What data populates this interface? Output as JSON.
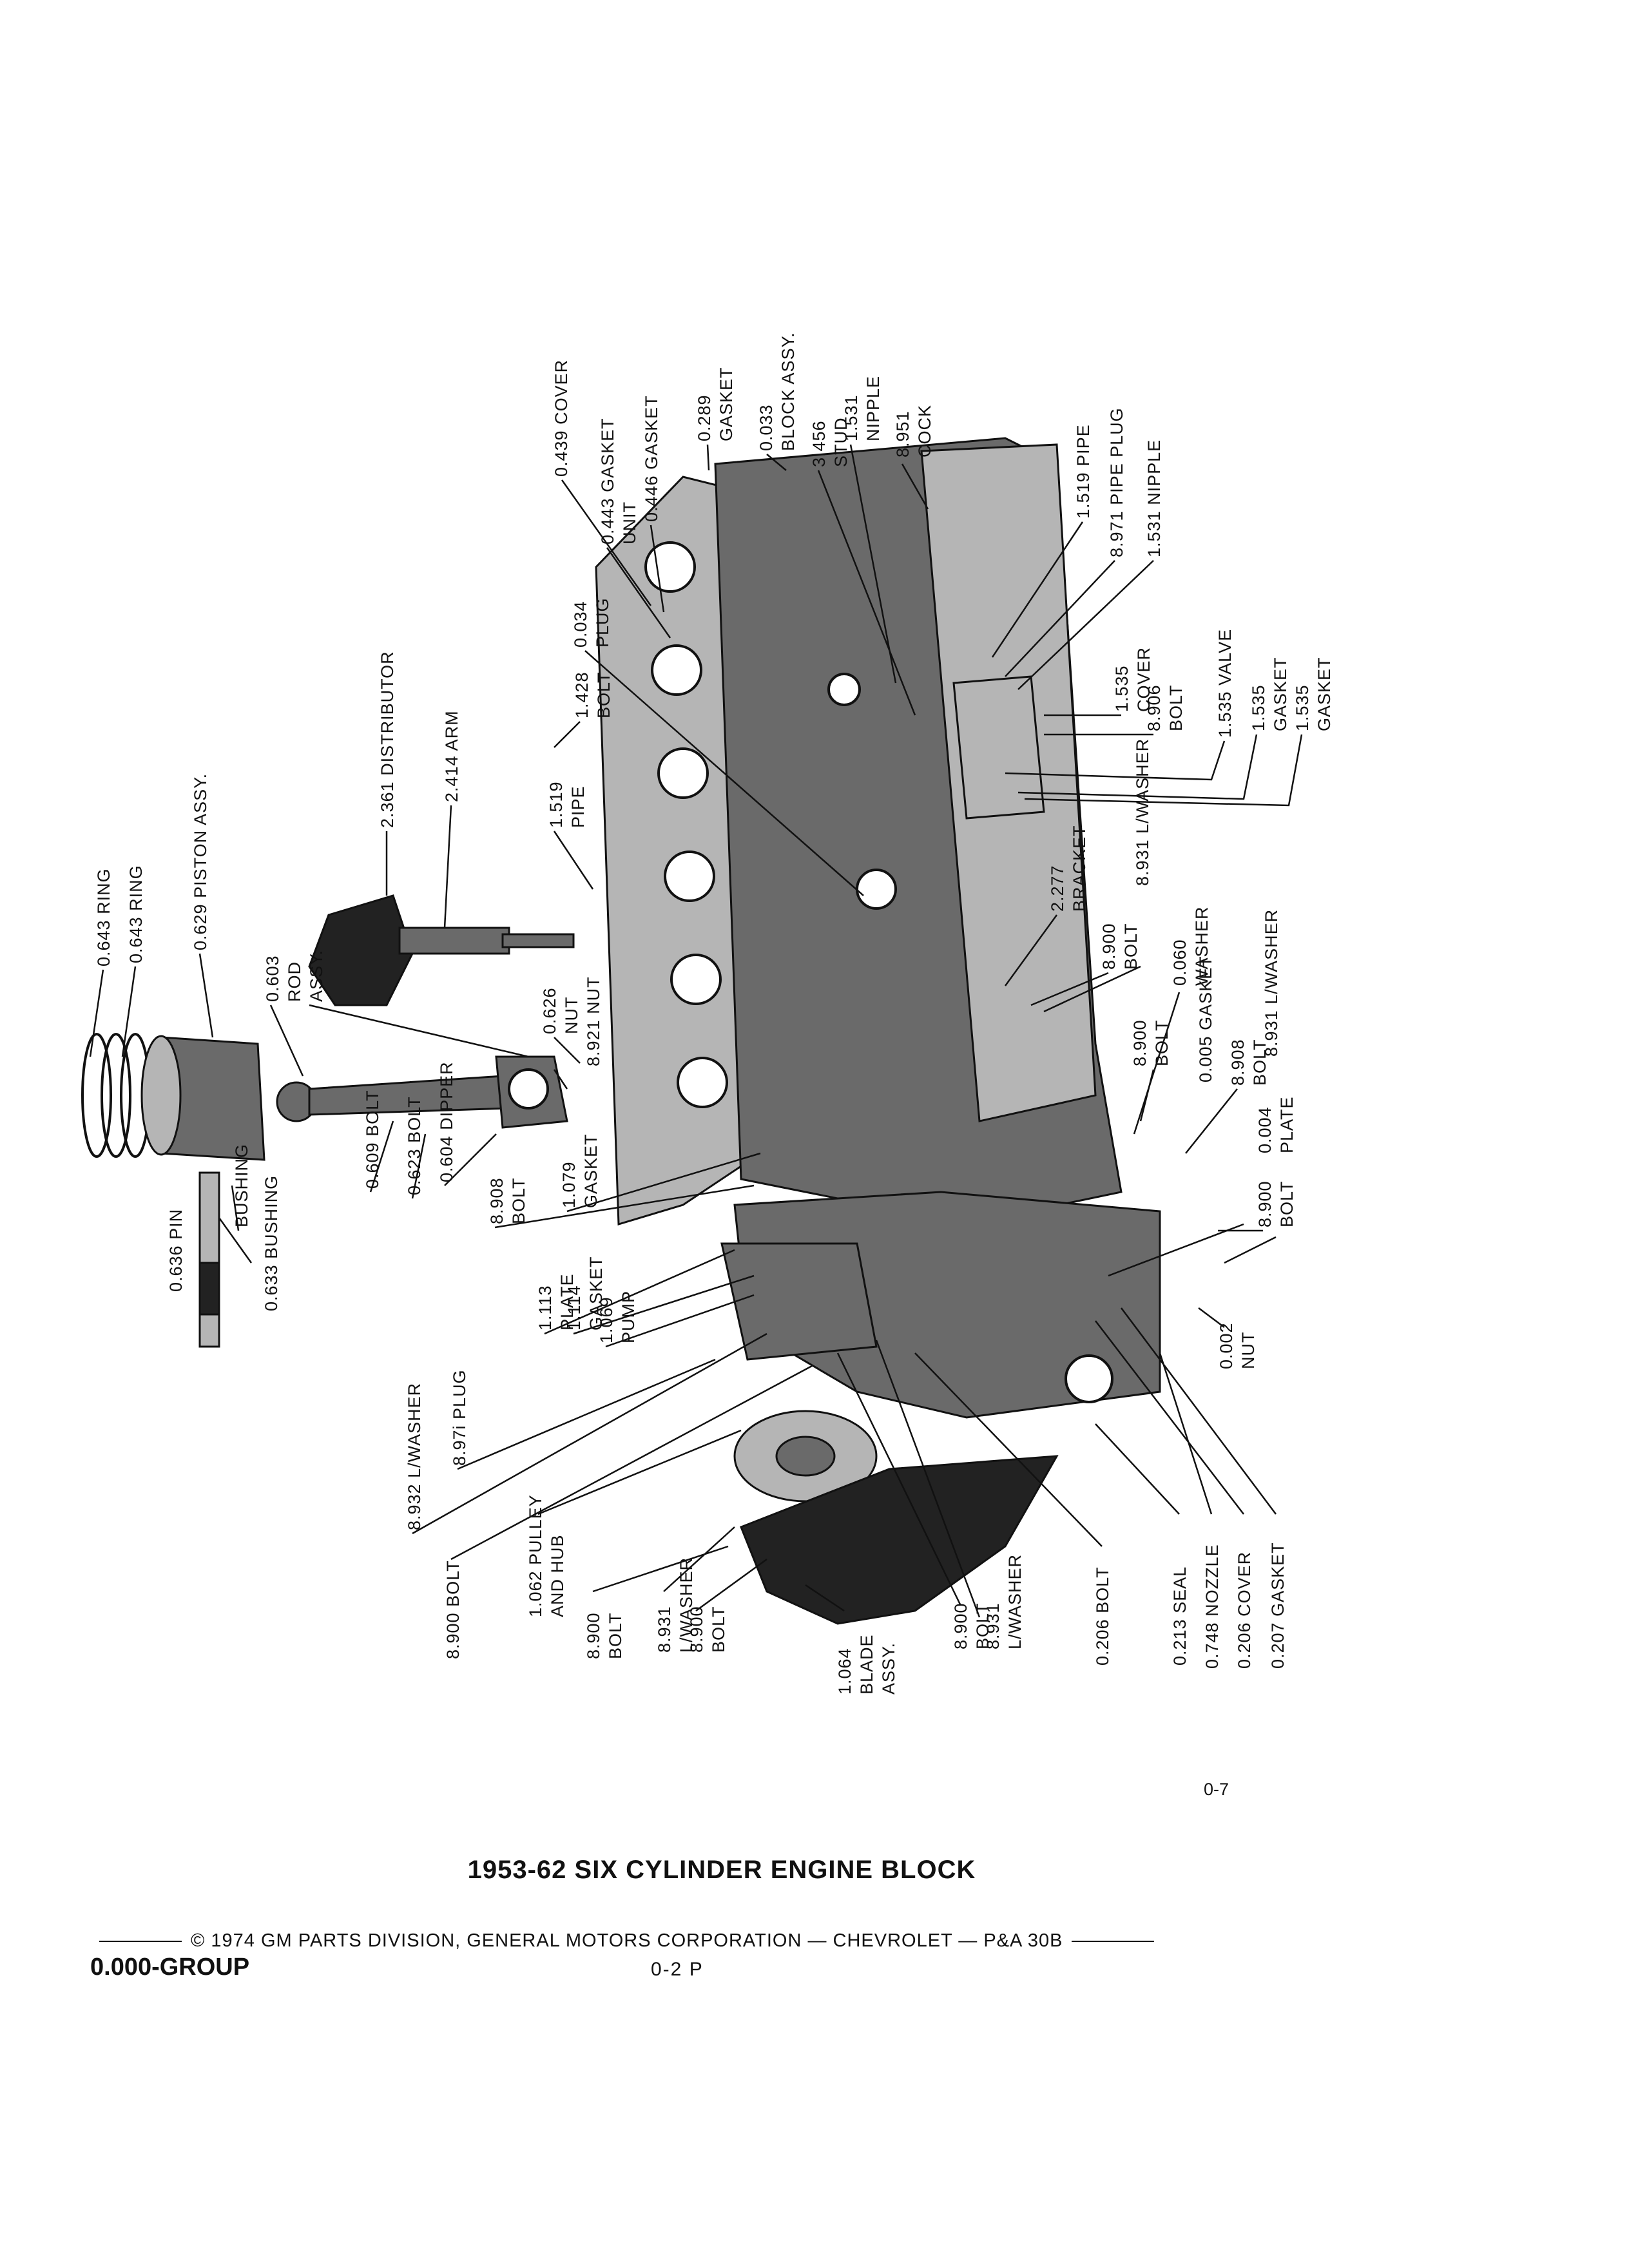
{
  "labels": [
    {
      "id": "cover-0439",
      "lines": [
        "0.439 COVER"
      ]
    },
    {
      "id": "gasket-0443",
      "lines": [
        "0.443 GASKET",
        "UNIT"
      ]
    },
    {
      "id": "gasket-0446",
      "lines": [
        "0.446 GASKET"
      ]
    },
    {
      "id": "gasket-0289",
      "lines": [
        "0.289",
        "GASKET"
      ]
    },
    {
      "id": "block-0033",
      "lines": [
        "0.033",
        "BLOCK ASSY."
      ]
    },
    {
      "id": "stud-3456",
      "lines": [
        "3.456",
        "STUD"
      ]
    },
    {
      "id": "nipple-1531a",
      "lines": [
        "1.531",
        "NIPPLE"
      ]
    },
    {
      "id": "cock-8951",
      "lines": [
        "8.951",
        "COCK"
      ]
    },
    {
      "id": "pipe-1519a",
      "lines": [
        "1.519 PIPE"
      ]
    },
    {
      "id": "pipeplug-8971",
      "lines": [
        "8.971 PIPE PLUG"
      ]
    },
    {
      "id": "nipple-1531b",
      "lines": [
        "1.531 NIPPLE"
      ]
    },
    {
      "id": "cover-1535",
      "lines": [
        "1.535",
        "COVER"
      ]
    },
    {
      "id": "bolt-8906",
      "lines": [
        "8.906",
        "BOLT"
      ]
    },
    {
      "id": "valve-1535",
      "lines": [
        "1.535 VALVE"
      ]
    },
    {
      "id": "gasket-1535a",
      "lines": [
        "1.535",
        "GASKET"
      ]
    },
    {
      "id": "gasket-1535b",
      "lines": [
        "1.535",
        "GASKET"
      ]
    },
    {
      "id": "plug-0034",
      "lines": [
        "0.034",
        "PLUG"
      ]
    },
    {
      "id": "bolt-1428",
      "lines": [
        "1.428",
        "BOLT"
      ]
    },
    {
      "id": "pipe-1519b",
      "lines": [
        "1.519",
        "PIPE"
      ]
    },
    {
      "id": "distributor-2361",
      "lines": [
        "2.361 DISTRIBUTOR"
      ]
    },
    {
      "id": "arm-2414",
      "lines": [
        "2.414 ARM"
      ]
    },
    {
      "id": "bracket-2277",
      "lines": [
        "2.277",
        "BRACKET"
      ]
    },
    {
      "id": "washer-8931a",
      "lines": [
        "8.931 L/WASHER"
      ]
    },
    {
      "id": "bolt-8900a",
      "lines": [
        "8.900",
        "BOLT"
      ]
    },
    {
      "id": "gasket-0060",
      "lines": [
        "0.060",
        "WASHER"
      ]
    },
    {
      "id": "bolt-8900b",
      "lines": [
        "8.900",
        "BOLT"
      ]
    },
    {
      "id": "gasket-0005",
      "lines": [
        "0.005 GASKET"
      ]
    },
    {
      "id": "bolt-8908a",
      "lines": [
        "8.908",
        "BOLT"
      ]
    },
    {
      "id": "washer-8931b",
      "lines": [
        "8.931 L/WASHER"
      ]
    },
    {
      "id": "ring-0643a",
      "lines": [
        "0.643 RING"
      ]
    },
    {
      "id": "ring-0643b",
      "lines": [
        "0.643 RING"
      ]
    },
    {
      "id": "piston-0629",
      "lines": [
        "0.629 PISTON ASSY."
      ]
    },
    {
      "id": "rod-0603",
      "lines": [
        "0.603",
        "ROD",
        "ASSY."
      ]
    },
    {
      "id": "nut-0626",
      "lines": [
        "0.626",
        "NUT"
      ]
    },
    {
      "id": "nut-8921",
      "lines": [
        "8.921 NUT"
      ]
    },
    {
      "id": "gasket-1079",
      "lines": [
        "1.079",
        "GASKET"
      ]
    },
    {
      "id": "bolt-8908b",
      "lines": [
        "8.908",
        "BOLT"
      ]
    },
    {
      "id": "pin-0636",
      "lines": [
        "0.636 PIN"
      ]
    },
    {
      "id": "bushing-0633a",
      "lines": [
        "BUSHING"
      ]
    },
    {
      "id": "bushing-0633b",
      "lines": [
        "0.633 BUSHING"
      ]
    },
    {
      "id": "bolt-0609",
      "lines": [
        "0.609 BOLT"
      ]
    },
    {
      "id": "bolt-0623",
      "lines": [
        "0.623 BOLT"
      ]
    },
    {
      "id": "dipper-0604",
      "lines": [
        "0.604 DIPPER"
      ]
    },
    {
      "id": "plate-1113",
      "lines": [
        "1.113",
        "PLATE"
      ]
    },
    {
      "id": "gasket-1114",
      "lines": [
        "1.114",
        "GASKET"
      ]
    },
    {
      "id": "pump-1069",
      "lines": [
        "1.069",
        "PUMP"
      ]
    },
    {
      "id": "washer-8932",
      "lines": [
        "8.932 L/WASHER"
      ]
    },
    {
      "id": "plug-8971",
      "lines": [
        "8.97i PLUG"
      ]
    },
    {
      "id": "bolt-8900c",
      "lines": [
        "8.900 BOLT"
      ]
    },
    {
      "id": "pulley-1062",
      "lines": [
        "1.062 PULLEY",
        "AND HUB"
      ]
    },
    {
      "id": "bolt-8900d",
      "lines": [
        "8.900",
        "BOLT"
      ]
    },
    {
      "id": "washer-8931c",
      "lines": [
        "8.931",
        "L/WASHER"
      ]
    },
    {
      "id": "bolt-8900e",
      "lines": [
        "8.900",
        "BOLT"
      ]
    },
    {
      "id": "blade-1064",
      "lines": [
        "1.064",
        "BLADE",
        "ASSY."
      ]
    },
    {
      "id": "bolt-8900f",
      "lines": [
        "8.900",
        "BOLT"
      ]
    },
    {
      "id": "washer-8931d",
      "lines": [
        "8.931",
        "L/WASHER"
      ]
    },
    {
      "id": "bolt-0206",
      "lines": [
        "0.206 BOLT"
      ]
    },
    {
      "id": "seal-0213",
      "lines": [
        "0.213 SEAL"
      ]
    },
    {
      "id": "nozzle-0748",
      "lines": [
        "0.748 NOZZLE"
      ]
    },
    {
      "id": "cover-0206",
      "lines": [
        "0.206 COVER"
      ]
    },
    {
      "id": "gasket-0207",
      "lines": [
        "0.207 GASKET"
      ]
    },
    {
      "id": "bolt-8900g",
      "lines": [
        "8.900",
        "BOLT"
      ]
    },
    {
      "id": "plate-0004",
      "lines": [
        "0.004",
        "PLATE"
      ]
    },
    {
      "id": "nut-0002",
      "lines": [
        "0.002",
        "NUT"
      ]
    }
  ],
  "footer": {
    "page_num": "0-7",
    "title": "1953-62 SIX CYLINDER ENGINE BLOCK",
    "copyright": "© 1974 GM PARTS DIVISION, GENERAL MOTORS CORPORATION — CHEVROLET — P&A 30B",
    "group": "0.000-GROUP",
    "page_code": "0-2  P"
  }
}
